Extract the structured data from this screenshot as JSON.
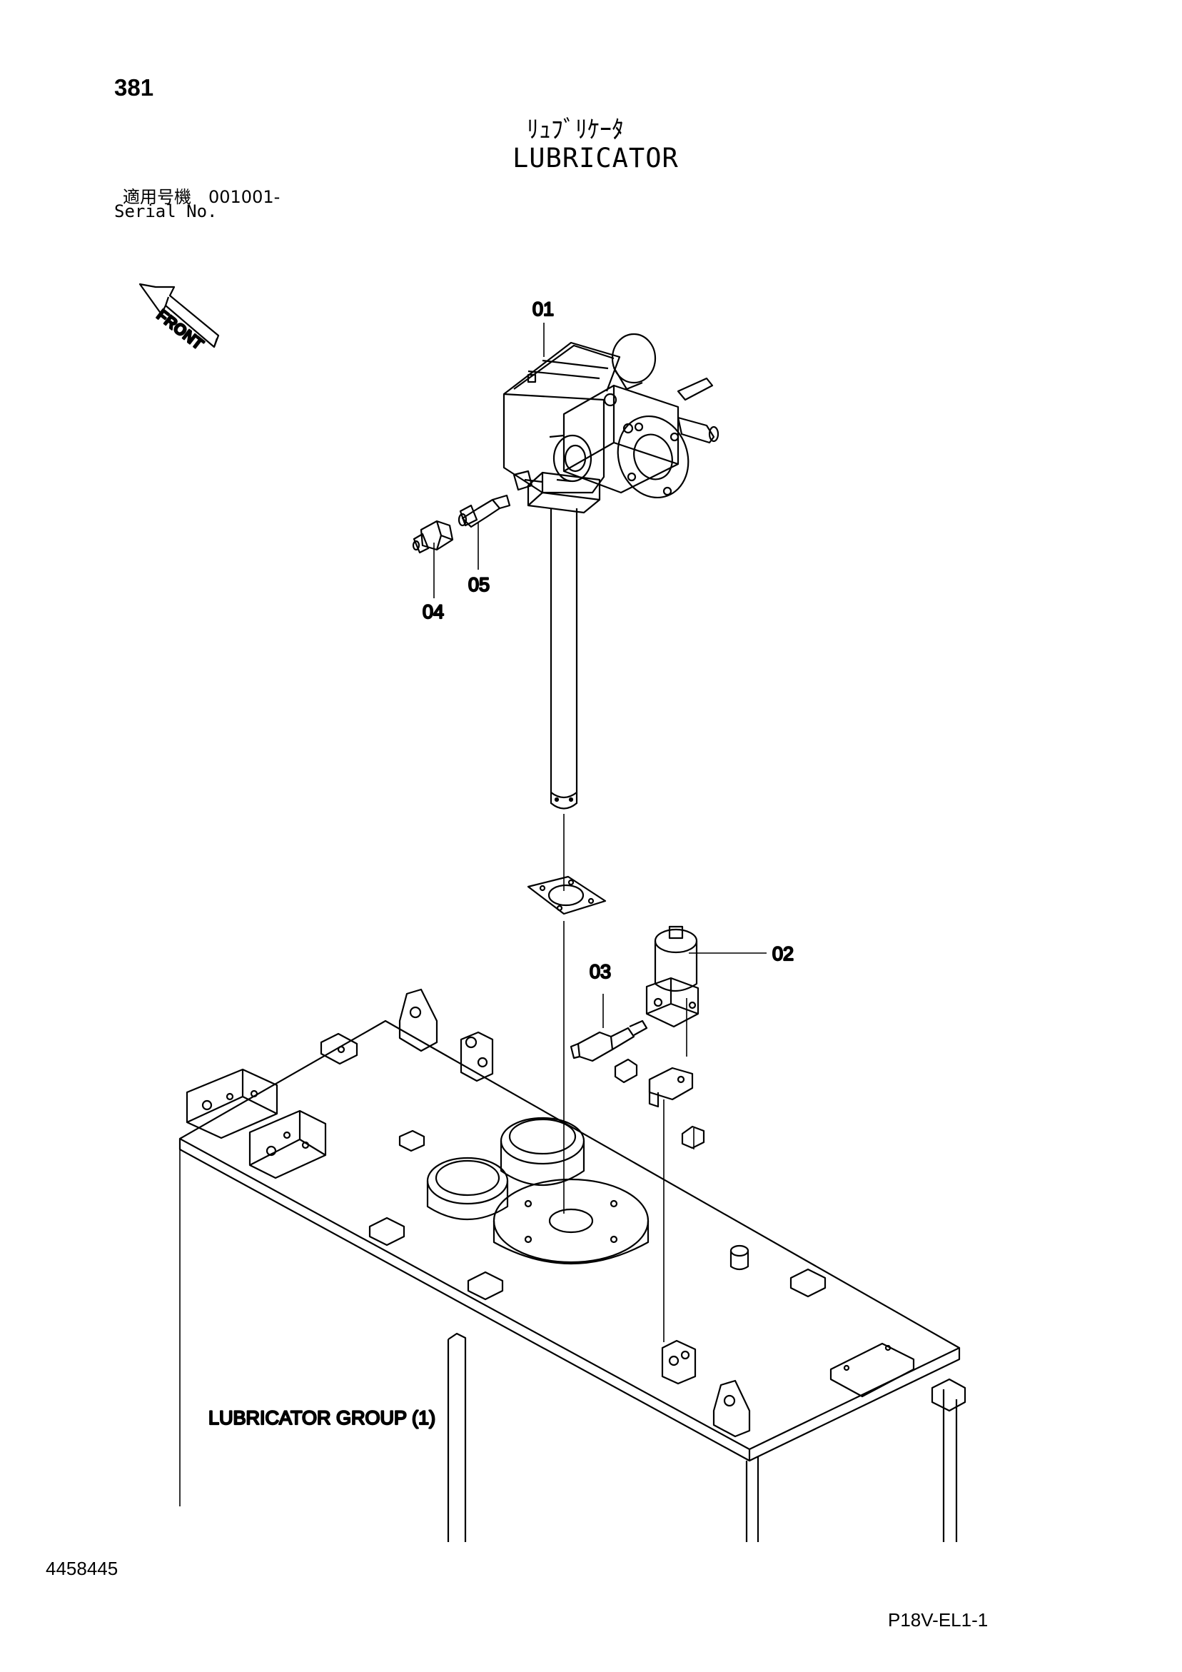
{
  "header": {
    "page_number": "381",
    "title_jp": "ﾘｭﾌﾞﾘｹｰﾀ",
    "title_en": "LUBRICATOR",
    "serial_jp": "適用号機　001001-",
    "serial_en": "Serial No."
  },
  "diagram": {
    "front_label": "FRONT",
    "callouts": [
      "01",
      "02",
      "03",
      "04",
      "05"
    ],
    "group_label": "LUBRICATOR GROUP (1)"
  },
  "footer": {
    "doc_number": "4458445",
    "page_code": "P18V-EL1-1"
  }
}
